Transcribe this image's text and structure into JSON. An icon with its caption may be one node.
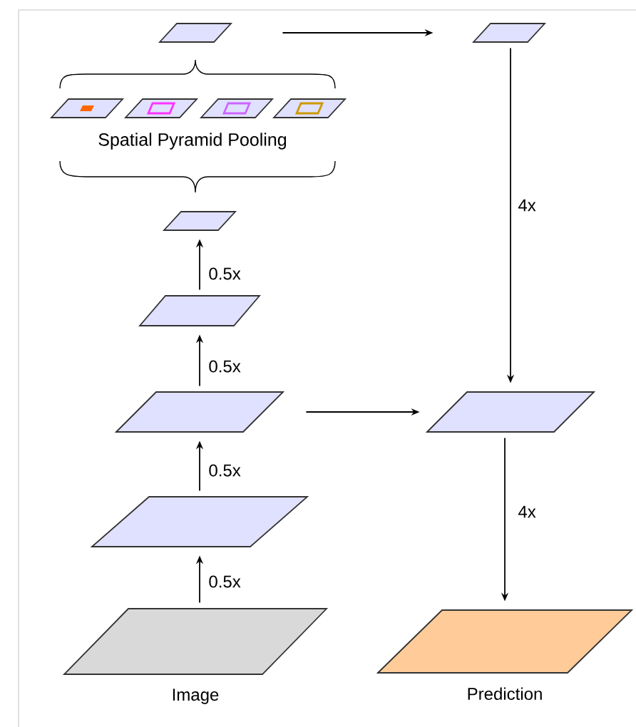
{
  "diagram": {
    "nodes": [
      {
        "text": [],
        "shape": "parallelogram"
      },
      {
        "text": [],
        "shape": "parallelogram"
      },
      {
        "text": [],
        "shape": "parallelogram"
      },
      {
        "text": [],
        "shape": "parallelogram"
      },
      {
        "text": [],
        "shape": "parallelogram"
      },
      {
        "text": [],
        "shape": "parallelogram"
      },
      {
        "text": [],
        "shape": "parallelogram"
      },
      {
        "text": [],
        "shape": "parallelogram"
      },
      {
        "text": [],
        "shape": "parallelogram"
      },
      {
        "text": [],
        "shape": "parallelogram"
      },
      {
        "text": [
          "Image"
        ]
      },
      {
        "text": [],
        "shape": "parallelogram"
      },
      {
        "text": [
          "Prediction"
        ]
      }
    ],
    "edges": [
      {
        "from": 0,
        "to": 1,
        "arrow": "to"
      },
      {
        "from": 1,
        "to": 11,
        "arrow": "to",
        "label": "4x"
      },
      {
        "from": 7,
        "to": 6,
        "arrow": "to",
        "label": "0.5x"
      },
      {
        "from": 8,
        "to": 7,
        "arrow": "to",
        "label": "0.5x"
      },
      {
        "from": 8,
        "to": 11,
        "arrow": "to"
      },
      {
        "from": 9,
        "to": 8,
        "arrow": "to",
        "label": "0.5x"
      },
      {
        "from": 10,
        "to": 9,
        "arrow": "to",
        "label": "0.5x"
      },
      {
        "from": 11,
        "to": 12,
        "arrow": "to",
        "label": "4x"
      }
    ],
    "labels": [
      "Spatial Pyramid Pooling"
    ]
  }
}
